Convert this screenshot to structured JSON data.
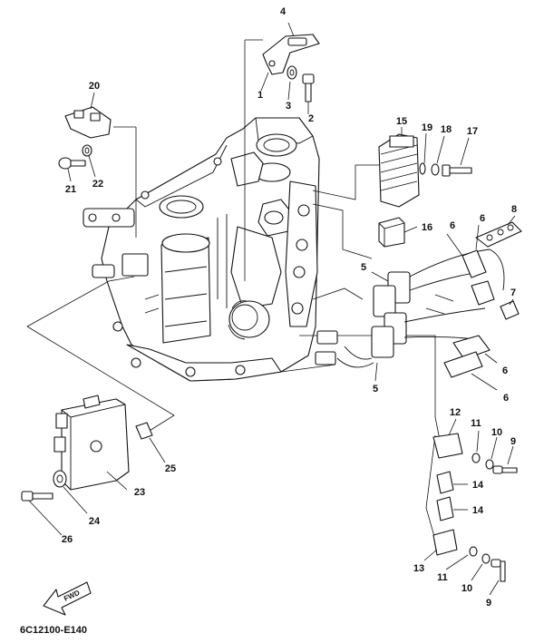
{
  "diagram": {
    "drawing_code": "6C12100-E140",
    "forward_label": "FWD",
    "callouts": [
      {
        "id": "c1",
        "label": "1"
      },
      {
        "id": "c2",
        "label": "2"
      },
      {
        "id": "c3",
        "label": "3"
      },
      {
        "id": "c4",
        "label": "4"
      },
      {
        "id": "c5a",
        "label": "5"
      },
      {
        "id": "c5b",
        "label": "5"
      },
      {
        "id": "c6a",
        "label": "6"
      },
      {
        "id": "c6b",
        "label": "6"
      },
      {
        "id": "c6c",
        "label": "6"
      },
      {
        "id": "c6d",
        "label": "6"
      },
      {
        "id": "c7",
        "label": "7"
      },
      {
        "id": "c8",
        "label": "8"
      },
      {
        "id": "c9a",
        "label": "9"
      },
      {
        "id": "c9b",
        "label": "9"
      },
      {
        "id": "c10a",
        "label": "10"
      },
      {
        "id": "c10b",
        "label": "10"
      },
      {
        "id": "c11a",
        "label": "11"
      },
      {
        "id": "c11b",
        "label": "11"
      },
      {
        "id": "c12",
        "label": "12"
      },
      {
        "id": "c13",
        "label": "13"
      },
      {
        "id": "c14a",
        "label": "14"
      },
      {
        "id": "c14b",
        "label": "14"
      },
      {
        "id": "c15",
        "label": "15"
      },
      {
        "id": "c16",
        "label": "16"
      },
      {
        "id": "c17",
        "label": "17"
      },
      {
        "id": "c18",
        "label": "18"
      },
      {
        "id": "c19",
        "label": "19"
      },
      {
        "id": "c20",
        "label": "20"
      },
      {
        "id": "c21",
        "label": "21"
      },
      {
        "id": "c22",
        "label": "22"
      },
      {
        "id": "c23",
        "label": "23"
      },
      {
        "id": "c24",
        "label": "24"
      },
      {
        "id": "c25",
        "label": "25"
      },
      {
        "id": "c26",
        "label": "26"
      }
    ]
  }
}
